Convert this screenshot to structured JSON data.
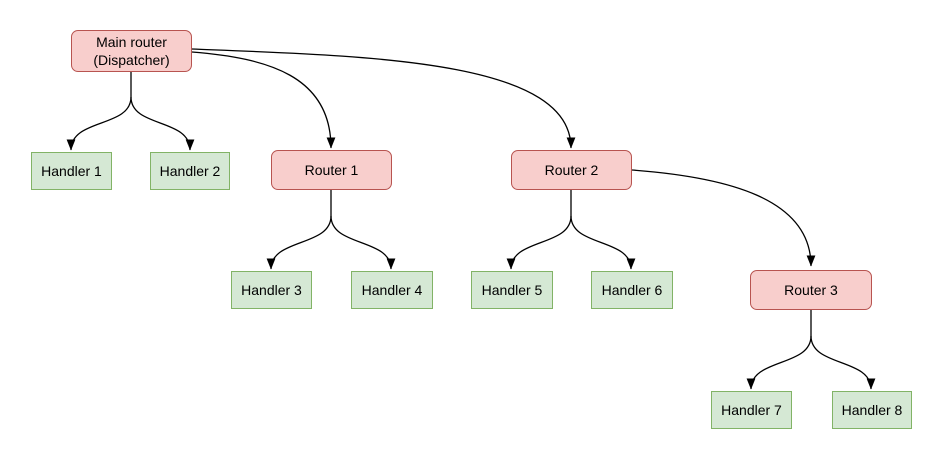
{
  "diagram": {
    "background_color": "#ffffff",
    "edge_color": "#000000",
    "styles": {
      "router_fill": "#f8cecc",
      "router_border": "#b85450",
      "handler_fill": "#d5e8d4",
      "handler_border": "#82b366"
    },
    "nodes": [
      {
        "id": "main-router",
        "type": "router",
        "label": "Main router\n(Dispatcher)"
      },
      {
        "id": "handler-1",
        "type": "handler",
        "label": "Handler 1"
      },
      {
        "id": "handler-2",
        "type": "handler",
        "label": "Handler 2"
      },
      {
        "id": "router-1",
        "type": "router",
        "label": "Router 1"
      },
      {
        "id": "router-2",
        "type": "router",
        "label": "Router 2"
      },
      {
        "id": "handler-3",
        "type": "handler",
        "label": "Handler 3"
      },
      {
        "id": "handler-4",
        "type": "handler",
        "label": "Handler 4"
      },
      {
        "id": "handler-5",
        "type": "handler",
        "label": "Handler 5"
      },
      {
        "id": "handler-6",
        "type": "handler",
        "label": "Handler 6"
      },
      {
        "id": "router-3",
        "type": "router",
        "label": "Router 3"
      },
      {
        "id": "handler-7",
        "type": "handler",
        "label": "Handler 7"
      },
      {
        "id": "handler-8",
        "type": "handler",
        "label": "Handler 8"
      }
    ],
    "edges": [
      {
        "from": "main-router",
        "to": "handler-1"
      },
      {
        "from": "main-router",
        "to": "handler-2"
      },
      {
        "from": "main-router",
        "to": "router-1"
      },
      {
        "from": "main-router",
        "to": "router-2"
      },
      {
        "from": "router-1",
        "to": "handler-3"
      },
      {
        "from": "router-1",
        "to": "handler-4"
      },
      {
        "from": "router-2",
        "to": "handler-5"
      },
      {
        "from": "router-2",
        "to": "handler-6"
      },
      {
        "from": "router-2",
        "to": "router-3"
      },
      {
        "from": "router-3",
        "to": "handler-7"
      },
      {
        "from": "router-3",
        "to": "handler-8"
      }
    ]
  }
}
